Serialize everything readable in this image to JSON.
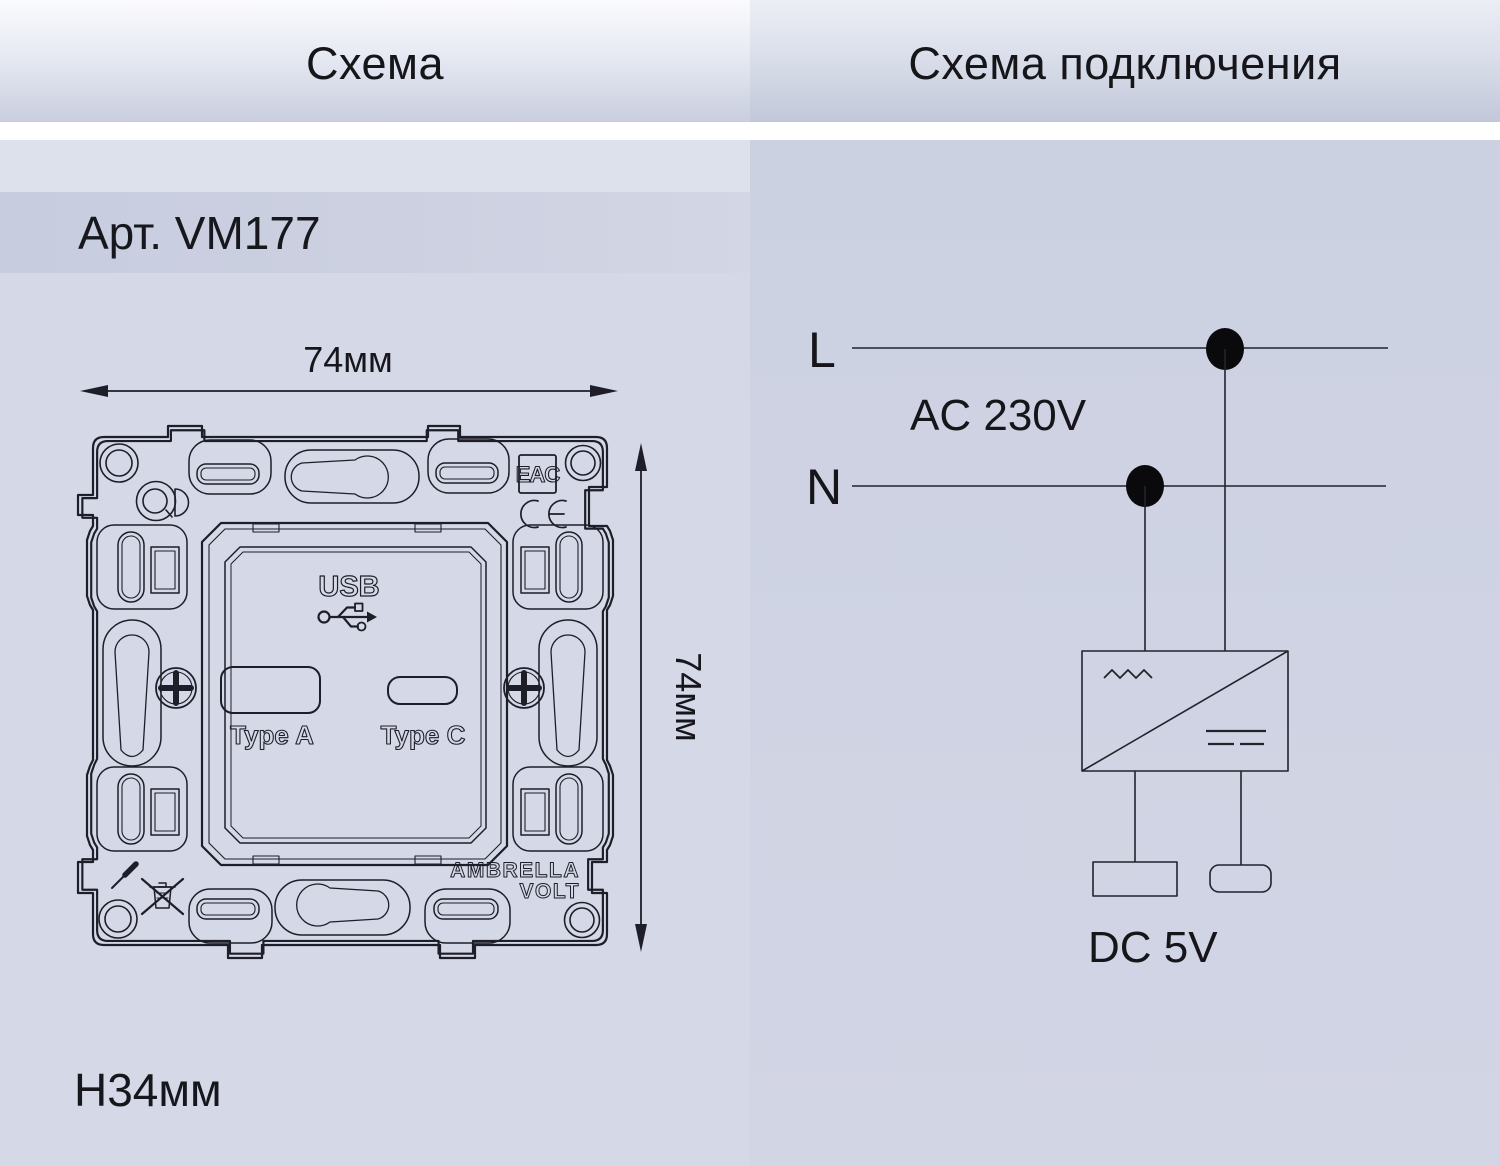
{
  "left_panel": {
    "header": "Схема",
    "article": "Арт. VM177",
    "dim_width": "74мм",
    "dim_height": "74мм",
    "dim_depth": "H34мм",
    "drawing": {
      "usb": "USB",
      "type_a": "Type A",
      "type_c": "Type C",
      "eac": "EAC",
      "ce": "CE",
      "brand_line1": "AMBRELLA",
      "brand_line2": "VOLT"
    }
  },
  "right_panel": {
    "header": "Схема подключения",
    "live": "L",
    "neutral": "N",
    "input_voltage": "AC 230V",
    "output_voltage": "DC 5V"
  },
  "colors": {
    "line": "#1e1e28",
    "dot": "#0a0a0d",
    "panel_left_bg": "#d4d8e7",
    "panel_right_bg": "#ccd1e2",
    "article_band_bg": "#c7ccdf",
    "header_gradient_bottom": "#c9cedf",
    "page_bg": "#ffffff"
  }
}
